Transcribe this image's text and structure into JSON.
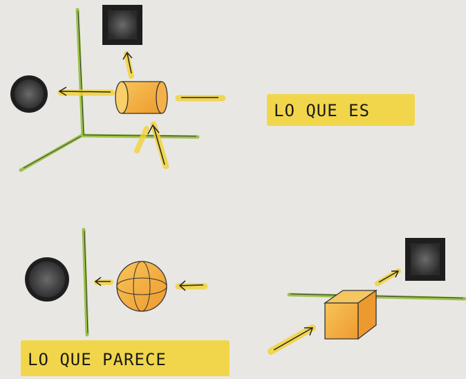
{
  "labels": {
    "lo_que_es": "LO QUE ES",
    "lo_que_parece": "LO QUE PARECE"
  },
  "colors": {
    "paper": "#e9e7e4",
    "highlighter_yellow": "#f2d43a",
    "shape_orange": "#f2a93c",
    "projection_dark": "#3a3a3a",
    "axis_green": "#9cc24a"
  },
  "icons": {
    "top_scene": [
      "square-projection",
      "circle-projection",
      "cylinder-object"
    ],
    "bottom_left_scene": [
      "circle-projection",
      "sphere-object"
    ],
    "bottom_right_scene": [
      "square-projection",
      "cube-object"
    ]
  }
}
